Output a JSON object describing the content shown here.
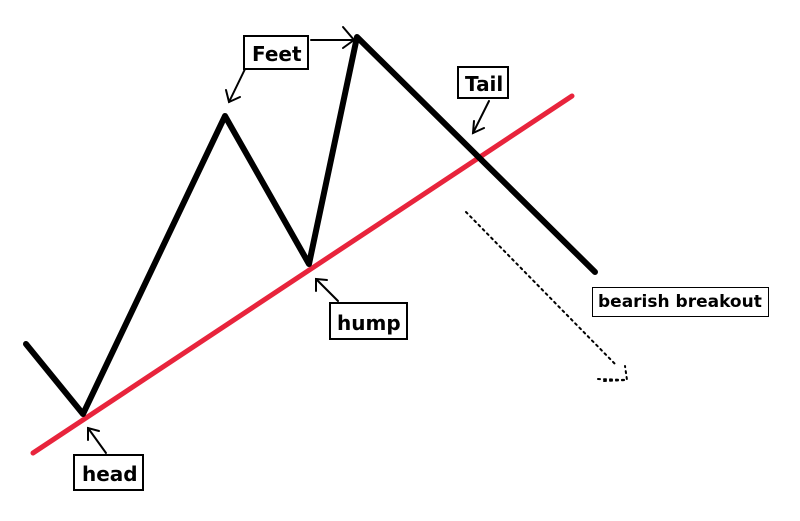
{
  "labels": {
    "feet": "Feet",
    "tail": "Tail",
    "hump": "hump",
    "head": "head",
    "breakout": "bearish breakout"
  },
  "colors": {
    "price_line": "#000000",
    "trend_line": "#e8243c",
    "background": "#ffffff"
  }
}
